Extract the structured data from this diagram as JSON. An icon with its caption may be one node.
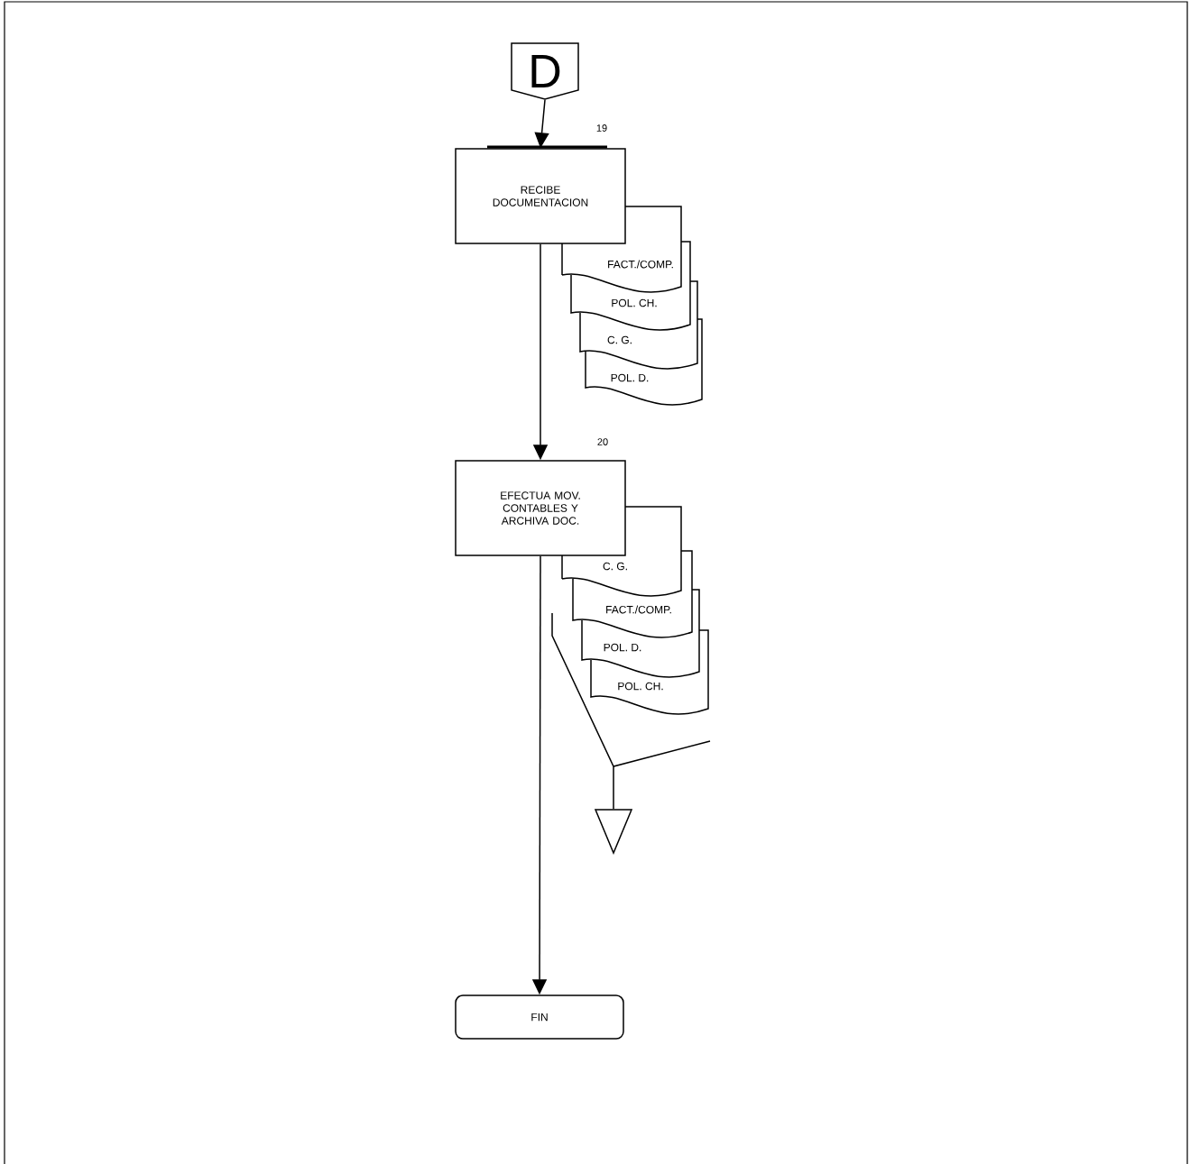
{
  "diagram": {
    "nodes": [
      {
        "text": [
          "D"
        ]
      },
      {
        "text": [
          "RECIBE DOCUMENTACION"
        ],
        "beside": [
          "19"
        ]
      },
      {
        "text": [
          "FACT./COMP.",
          "POL. CH.",
          "C. G.",
          "POL. D."
        ]
      },
      {
        "text": [
          "EFECTUA MOV. CONTABLES Y ARCHIVA DOC."
        ],
        "beside": [
          "20"
        ]
      },
      {
        "text": [
          "C. G.",
          "FACT./COMP.",
          "POL. D.",
          "POL. CH."
        ]
      },
      {
        "text": [],
        "shape": "triangle"
      },
      {
        "text": [
          "FIN"
        ]
      }
    ],
    "edges": [
      {
        "from": 0,
        "to": 1,
        "arrow": "to"
      },
      {
        "from": 1,
        "to": 3,
        "arrow": "to"
      },
      {
        "from": 3,
        "to": 6,
        "arrow": "to"
      },
      {
        "from": 4,
        "to": 5,
        "arrow": "none"
      }
    ]
  }
}
